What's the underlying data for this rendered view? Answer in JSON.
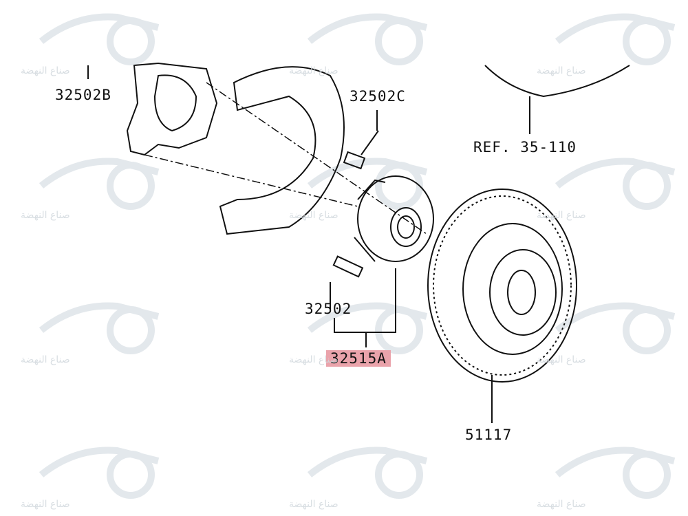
{
  "watermark": {
    "text": "صناع النهضة",
    "color": "#cfd8df"
  },
  "parts": {
    "knuckle": "32502B",
    "bolt": "32502C",
    "reference": "REF. 35-110",
    "stud": "32502",
    "hub_assembly": "32515A",
    "rotor": "51117"
  },
  "highlight_color": "#eaa3ab"
}
